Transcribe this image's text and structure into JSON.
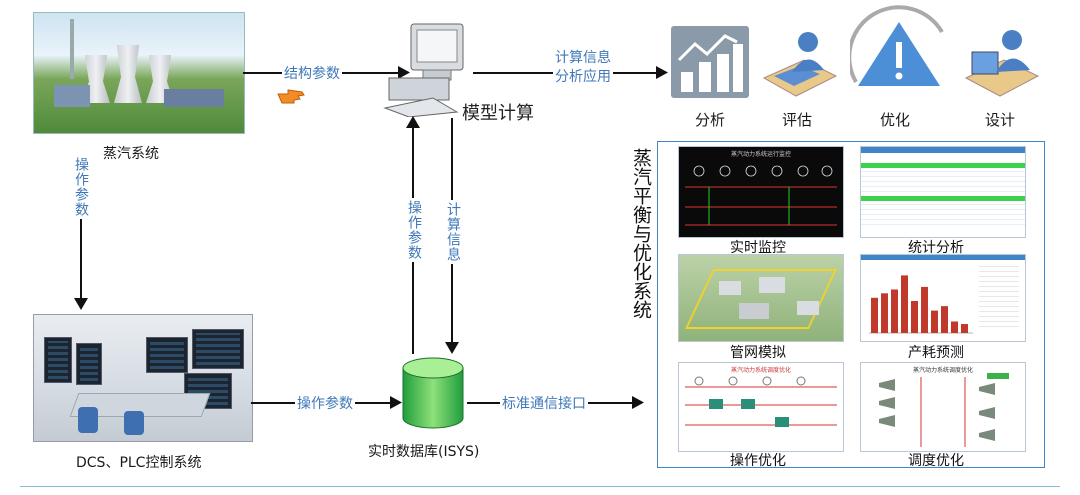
{
  "nodes": {
    "steam_system": "蒸汽系统",
    "model_calc": "模型计算",
    "dcs_plc": "DCS、PLC控制系统",
    "database": "实时数据库(ISYS)"
  },
  "edges": {
    "struct_params": "结构参数",
    "calc_info_line1": "计算信息",
    "calc_info_line2": "分析应用",
    "op_params_left": "操作参数",
    "op_params_up": "操作参数",
    "calc_info_down": "计算信息",
    "op_params_bottom": "操作参数",
    "std_comm": "标准通信接口"
  },
  "apps": [
    "分析",
    "评估",
    "优化",
    "设计"
  ],
  "panel_title": "蒸汽平衡与优化系统",
  "modules": [
    "实时监控",
    "统计分析",
    "管网模拟",
    "产耗预测",
    "操作优化",
    "调度优化"
  ],
  "screens": {
    "monitor_title": "蒸汽动力系统运行监控",
    "pipe_title": "蒸汽动力系统调度优化",
    "sched_title": "蒸汽动力系统调度优化"
  },
  "predict_bars": [
    0.55,
    0.62,
    0.68,
    0.9,
    0.5,
    0.72,
    0.35,
    0.42,
    0.18,
    0.14
  ],
  "colors": {
    "accent": "#3e86c8",
    "arrow": "#111111",
    "bar": "#c0392b",
    "edge_text": "#3f78b8"
  }
}
